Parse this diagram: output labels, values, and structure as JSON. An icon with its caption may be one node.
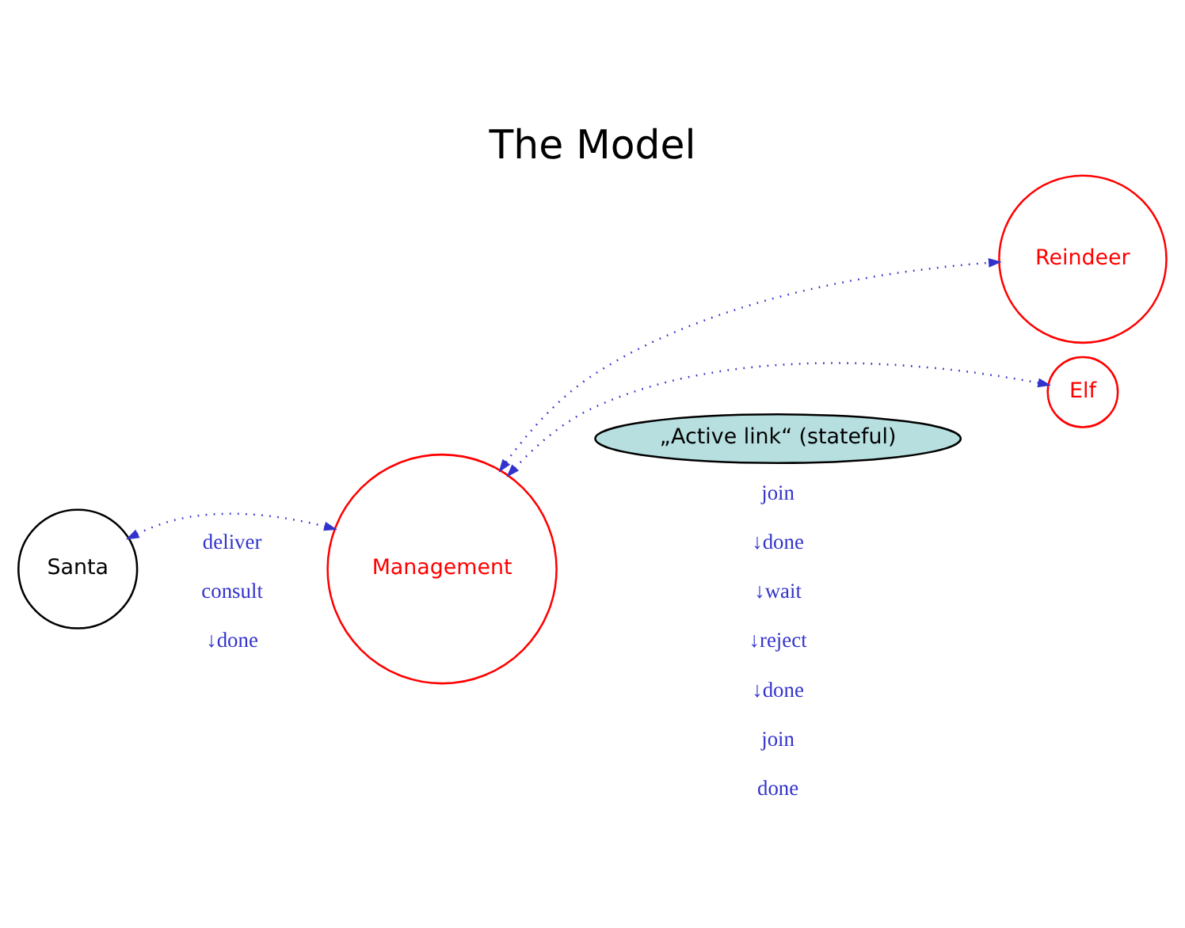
{
  "diagram": {
    "title": "The Model",
    "nodes": [
      {
        "text": [
          "Santa"
        ]
      },
      {
        "text": [
          "Management"
        ]
      },
      {
        "text": [
          "Reindeer"
        ]
      },
      {
        "text": [
          "Elf"
        ]
      },
      {
        "text": [
          "„Active link“ (stateful)"
        ]
      }
    ],
    "edges": [
      {
        "from": 0,
        "to": 1,
        "arrow": "both",
        "style": "dashed"
      },
      {
        "from": 1,
        "to": 2,
        "arrow": "both",
        "style": "dashed"
      },
      {
        "from": 1,
        "to": 3,
        "arrow": "both",
        "style": "dashed"
      }
    ],
    "labels": [
      "deliver",
      "consult",
      "↓done",
      "join",
      "↓done",
      "↓wait",
      "↓reject",
      "↓done",
      "join",
      "done"
    ]
  }
}
